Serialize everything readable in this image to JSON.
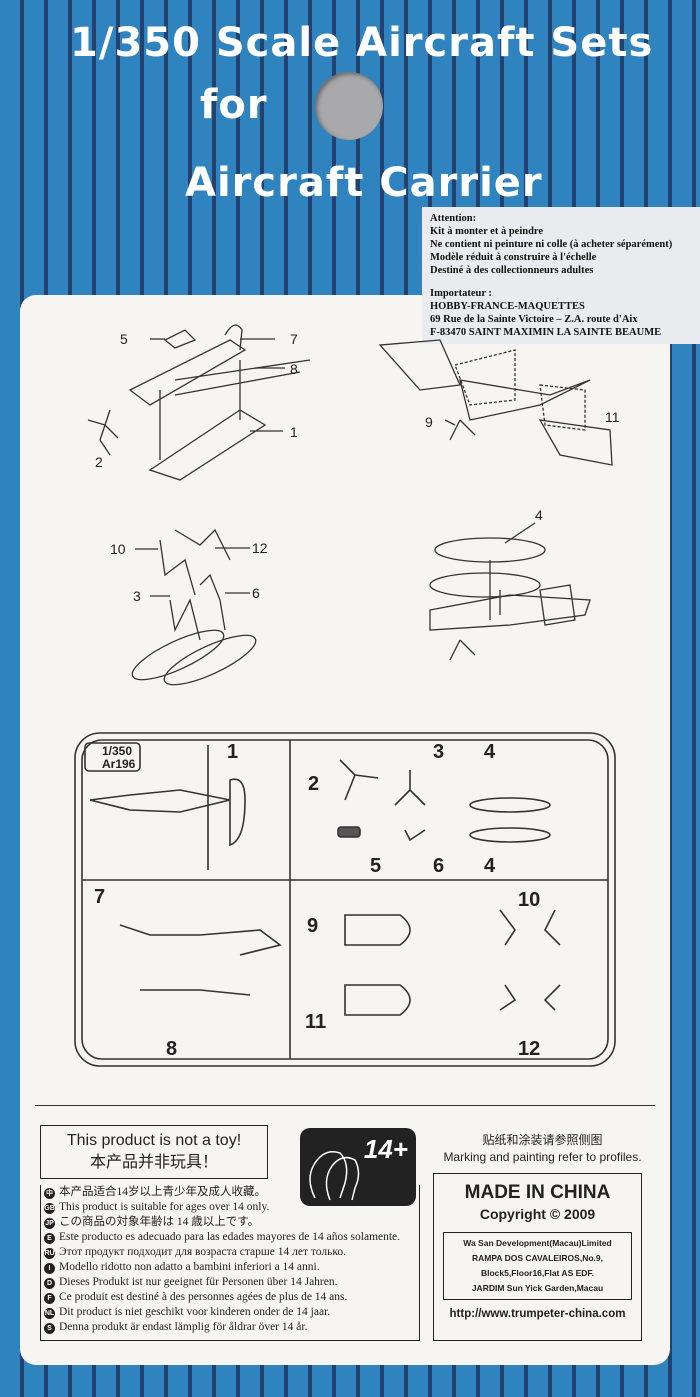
{
  "header": {
    "line1": "1/350 Scale Aircraft Sets",
    "line2": "for",
    "line3": "Aircraft Carrier"
  },
  "sticker": {
    "lines": [
      "Attention:",
      "Kit à monter et à peindre",
      "Ne contient ni peinture ni colle (à acheter séparément)",
      "Modèle réduit à construire à l'échelle",
      "Destiné à des collectionneurs adultes"
    ],
    "importer": [
      "Importateur :",
      "HOBBY-FRANCE-MAQUETTES",
      "69 Rue de la Sainte Victoire – Z.A. route d'Aix",
      "F-83470 SAINT MAXIMIN LA SAINTE BEAUME"
    ]
  },
  "assembly": {
    "callouts": [
      "5",
      "7",
      "8",
      "1",
      "2",
      "9",
      "11",
      "4",
      "10",
      "12",
      "3",
      "6"
    ]
  },
  "sprue": {
    "scale": "1/350",
    "model": "Ar196",
    "parts": [
      "1",
      "2",
      "3",
      "4",
      "4",
      "5",
      "6",
      "7",
      "8",
      "9",
      "10",
      "11",
      "12"
    ]
  },
  "notoy": {
    "en": "This product is not a toy!",
    "zh": "本产品并非玩具！"
  },
  "age_badge": "14+",
  "warnings": [
    {
      "code": "中",
      "text": "本产品适合14岁以上青少年及成人收藏。"
    },
    {
      "code": "GB",
      "text": "This product is suitable for ages over 14 only."
    },
    {
      "code": "JP",
      "text": "この商品の対象年齢は 14 歳以上です。"
    },
    {
      "code": "E",
      "text": "Este producto es adecuado para las edades mayores de 14 años solamente."
    },
    {
      "code": "RU",
      "text": "Этот продукт подходит для возраста старше 14 лет только."
    },
    {
      "code": "I",
      "text": "Modello ridotto non adatto a bambini inferiori a 14 anni."
    },
    {
      "code": "D",
      "text": "Dieses Produkt  ist nur geeignet für Personen über 14 Jahren."
    },
    {
      "code": "F",
      "text": "Ce produit est destiné à des personnes agées de plus de 14 ans."
    },
    {
      "code": "NL",
      "text": "Dit product is niet geschikt voor kinderen onder de 14 jaar."
    },
    {
      "code": "S",
      "text": "Denna produkt är endast lämplig för åldrar över 14 år."
    }
  ],
  "marking": {
    "zh": "贴纸和涂装请参照侧图",
    "en": "Marking and painting refer to profiles."
  },
  "made": {
    "title": "MADE IN CHINA",
    "copyright": "Copyright © 2009",
    "address": [
      "Wa San Development(Macau)Limited",
      "RAMPA DOS CAVALEIROS,No.9,",
      "Block5,Floor16,Flat AS EDF.",
      "JARDIM Sun Yick Garden,Macau"
    ],
    "url": "http://www.trumpeter-china.com"
  }
}
